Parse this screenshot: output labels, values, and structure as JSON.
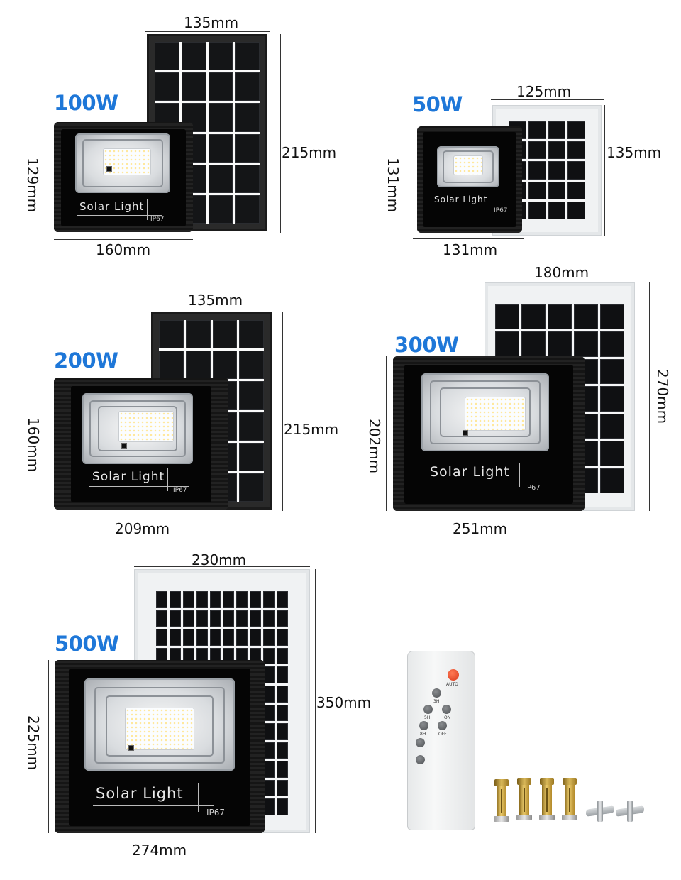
{
  "products": [
    {
      "wattage": "100W",
      "panel_width": "135mm",
      "panel_height": "215mm",
      "lamp_height": "129mm",
      "lamp_width": "160mm",
      "brand": "Solar Light",
      "rating": "IP67"
    },
    {
      "wattage": "50W",
      "panel_width": "125mm",
      "panel_height": "135mm",
      "lamp_height": "131mm",
      "lamp_width": "131mm",
      "brand": "Solar Light",
      "rating": "IP67"
    },
    {
      "wattage": "200W",
      "panel_width": "135mm",
      "panel_height": "215mm",
      "lamp_height": "160mm",
      "lamp_width": "209mm",
      "brand": "Solar Light",
      "rating": "IP67"
    },
    {
      "wattage": "300W",
      "panel_width": "180mm",
      "panel_height": "270mm",
      "lamp_height": "202mm",
      "lamp_width": "251mm",
      "brand": "Solar Light",
      "rating": "IP67"
    },
    {
      "wattage": "500W",
      "panel_width": "230mm",
      "panel_height": "350mm",
      "lamp_height": "225mm",
      "lamp_width": "274mm",
      "brand": "Solar Light",
      "rating": "IP67"
    }
  ],
  "remote": {
    "buttons": [
      "AUTO",
      "3H",
      "5H",
      "ON",
      "8H",
      "OFF"
    ]
  },
  "accessories": {
    "icons": [
      "expansion-anchor-icon",
      "wing-bolt-bracket-icon"
    ]
  },
  "colors": {
    "wattage_label": "#1e77d8",
    "remote_auto_button": "#e2451f",
    "anchor_brass": "#d9b859"
  }
}
